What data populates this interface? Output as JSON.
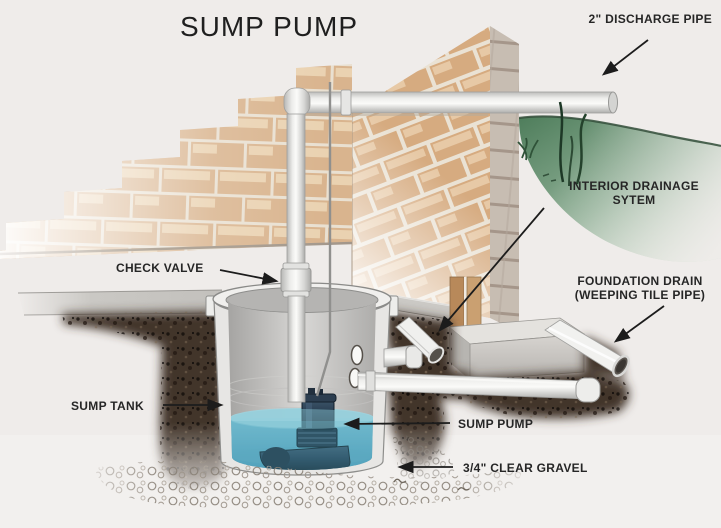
{
  "title": "SUMP PUMP",
  "labels": {
    "discharge_pipe": "2\" DISCHARGE PIPE",
    "interior_drainage": [
      "INTERIOR DRAINAGE",
      "SYTEM"
    ],
    "foundation_drain": [
      "FOUNDATION DRAIN",
      "(WEEPING TILE PIPE)"
    ],
    "check_valve": "CHECK VALVE",
    "sump_tank": "SUMP TANK",
    "sump_pump": "SUMP PUMP",
    "clear_gravel": "3/4\" CLEAR GRAVEL"
  },
  "colors": {
    "background": "#efecea",
    "title_text": "#1f1f1f",
    "label_text": "#262626",
    "brick": "#d9b48e",
    "mortar": "#e9e0d1",
    "grass_dark": "#4e7d5b",
    "grass_light": "#d9e4d6",
    "water_light": "#7dc0d2",
    "water_deep": "#4e9cb8",
    "pipe": "#f6f6f4",
    "soil": "#43352a",
    "pump": "#24394c",
    "concrete": "#c9c6c2"
  }
}
